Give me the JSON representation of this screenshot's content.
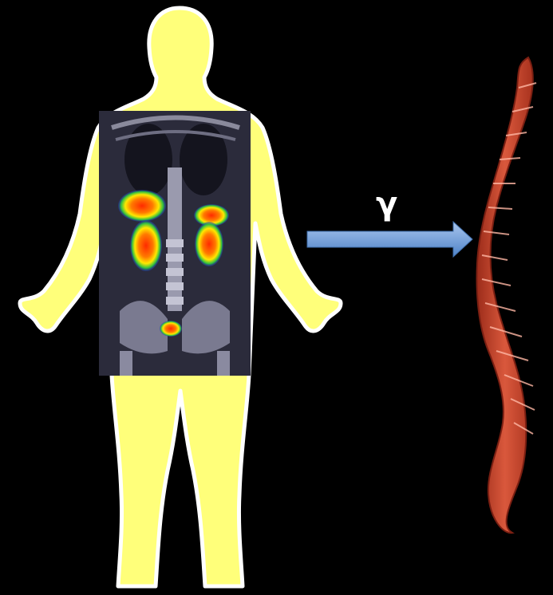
{
  "diagram": {
    "arrow_label": "γ",
    "colors": {
      "background": "#000000",
      "silhouette_fill": "#ffff7a",
      "silhouette_outline": "#ffffff",
      "scan_background": "#2a2a3a",
      "arrow_fill": "#6f9fd8",
      "spine": "#c94a33"
    },
    "icons": [
      "human-silhouette",
      "pet-ct-scan",
      "arrow-right",
      "spine"
    ]
  }
}
